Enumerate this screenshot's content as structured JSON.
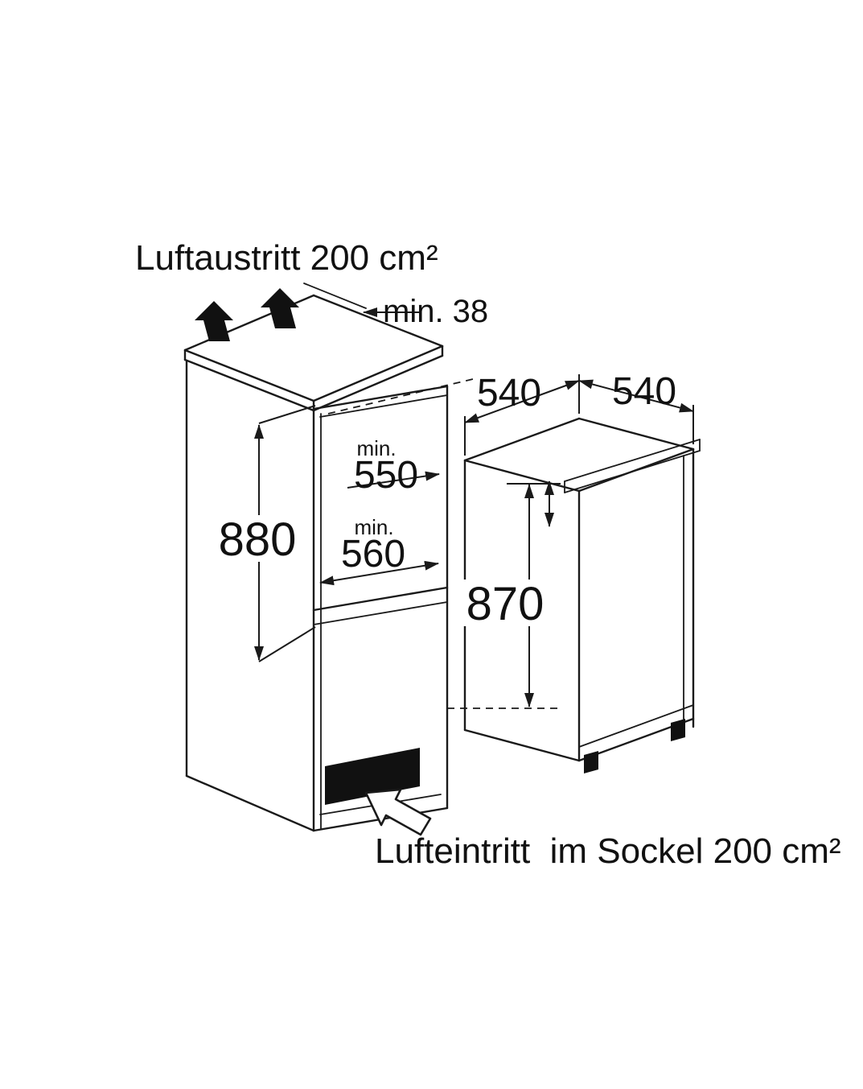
{
  "labels": {
    "air_outlet": "Luftaustritt 200 cm²",
    "air_inlet": "Lufteintritt  im Sockel 200 cm²"
  },
  "dimensions": {
    "top_gap": "min. 38",
    "niche_height": "880",
    "min_label_top": "min.",
    "niche_depth_top": "550",
    "min_label_bottom": "min.",
    "niche_depth_bottom": "560",
    "appliance_depth": "540",
    "appliance_width": "540",
    "appliance_height": "870"
  },
  "colors": {
    "line": "#1a1a1a",
    "background": "#ffffff",
    "solid_fill": "#111111"
  }
}
